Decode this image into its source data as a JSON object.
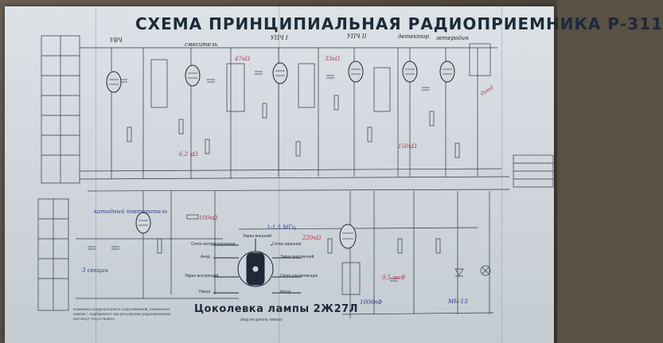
{
  "title": "СХЕМА ПРИНЦИПИАЛЬНАЯ РАДИОПРИЕМНИКА Р-311",
  "base_diagram": {
    "title": "Цоколевка лампы 2Ж27Л",
    "caption": "(вид на цоколь лампы)",
    "pins": {
      "left": [
        "Сетка антидинатронная",
        "Анод",
        "Экран внутренний",
        "Накал"
      ],
      "right": [
        "Сетка экранная",
        "Экран внутренний",
        "Сетка управляющая",
        "Катод"
      ],
      "top": "Экран внешний"
    }
  },
  "footnote": "Номиналы конденсаторов и сопротивлений, отмеченных знаком *, подбираются при регулировке радиоприемника или могут отсутствовать",
  "stage_labels": [
    "УВЧ",
    "смеситель",
    "УПЧ I",
    "УПЧ II",
    "детектор",
    "гетеродин",
    "катодный повторитель"
  ],
  "annotations": {
    "upch1_hand": "УПЧ I",
    "upch2_hand": "УПЧ II",
    "mixer_hand": "смеситель",
    "cathode_hand": "катодный",
    "cathode_hand2": "повторитель",
    "note_right": "диод",
    "note_left": "3 секции",
    "freq": "1-1,5 МГц",
    "cap_note": "1000пФ",
    "lamp_note": "МН-13",
    "cap_mid": "0,5 мкФ",
    "res_a": "6,2 кΩ",
    "res_b": "47кΩ",
    "res_c": "33кΩ",
    "res_d": "150кΩ",
    "res_e": "100кΩ",
    "res_f": "220кΩ"
  }
}
